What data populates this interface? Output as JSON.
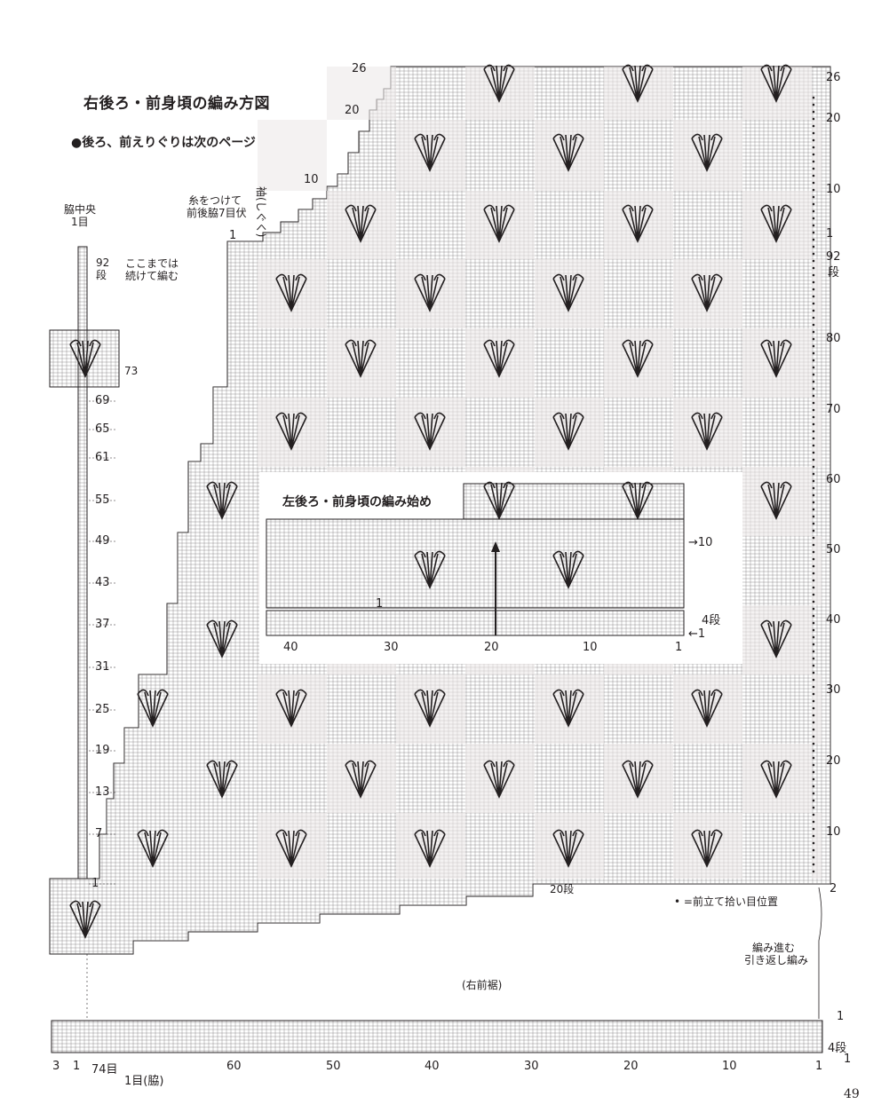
{
  "title": "右後ろ・前身頃の編み方図",
  "subtitle": "●後ろ、前えりぐりは次のページ",
  "inset": {
    "title": "左後ろ・前身頃の編み始め",
    "row_labels": [
      "→10",
      "4段",
      "←1",
      "1"
    ],
    "col_labels": [
      "40",
      "30",
      "20",
      "10",
      "1"
    ]
  },
  "annotations": {
    "side_center": "脇中央",
    "side_center_stitch": "1目",
    "attach_yarn_1": "糸をつけて",
    "attach_yarn_2": "前後脇7目伏",
    "sleeve": "袖(しぐく)",
    "row92": "92",
    "row92_unit": "段",
    "knit_continue_1": "ここまでは",
    "knit_continue_2": "続けて編む",
    "row73": "73",
    "pickup_note": "• =前立て拾い目位置",
    "short_rows_1": "編み進む",
    "short_rows_2": "引き返し編み",
    "front_hem": "(右前裾)",
    "row20": "20段",
    "bottom_labels": [
      "3",
      "1",
      "74目",
      "1目(脇)"
    ],
    "right_bottom_labels": [
      "1",
      "4段",
      "1"
    ]
  },
  "top_row_labels": [
    "26",
    "20",
    "10",
    "1"
  ],
  "left_side_rows": [
    "69",
    "65",
    "61",
    "55",
    "49",
    "43",
    "37",
    "31",
    "25",
    "19",
    "13",
    "7",
    "1"
  ],
  "right_row_labels": [
    "26",
    "20",
    "10",
    "1",
    "92",
    "段",
    "80",
    "70",
    "60",
    "50",
    "40",
    "30",
    "20",
    "10",
    "2"
  ],
  "bottom_col_labels": [
    "60",
    "50",
    "40",
    "30",
    "20",
    "10",
    "1"
  ],
  "page_number": "49",
  "colors": {
    "ink": "#231f20",
    "shade": "#ece9ea",
    "grid": "#7a7475"
  }
}
